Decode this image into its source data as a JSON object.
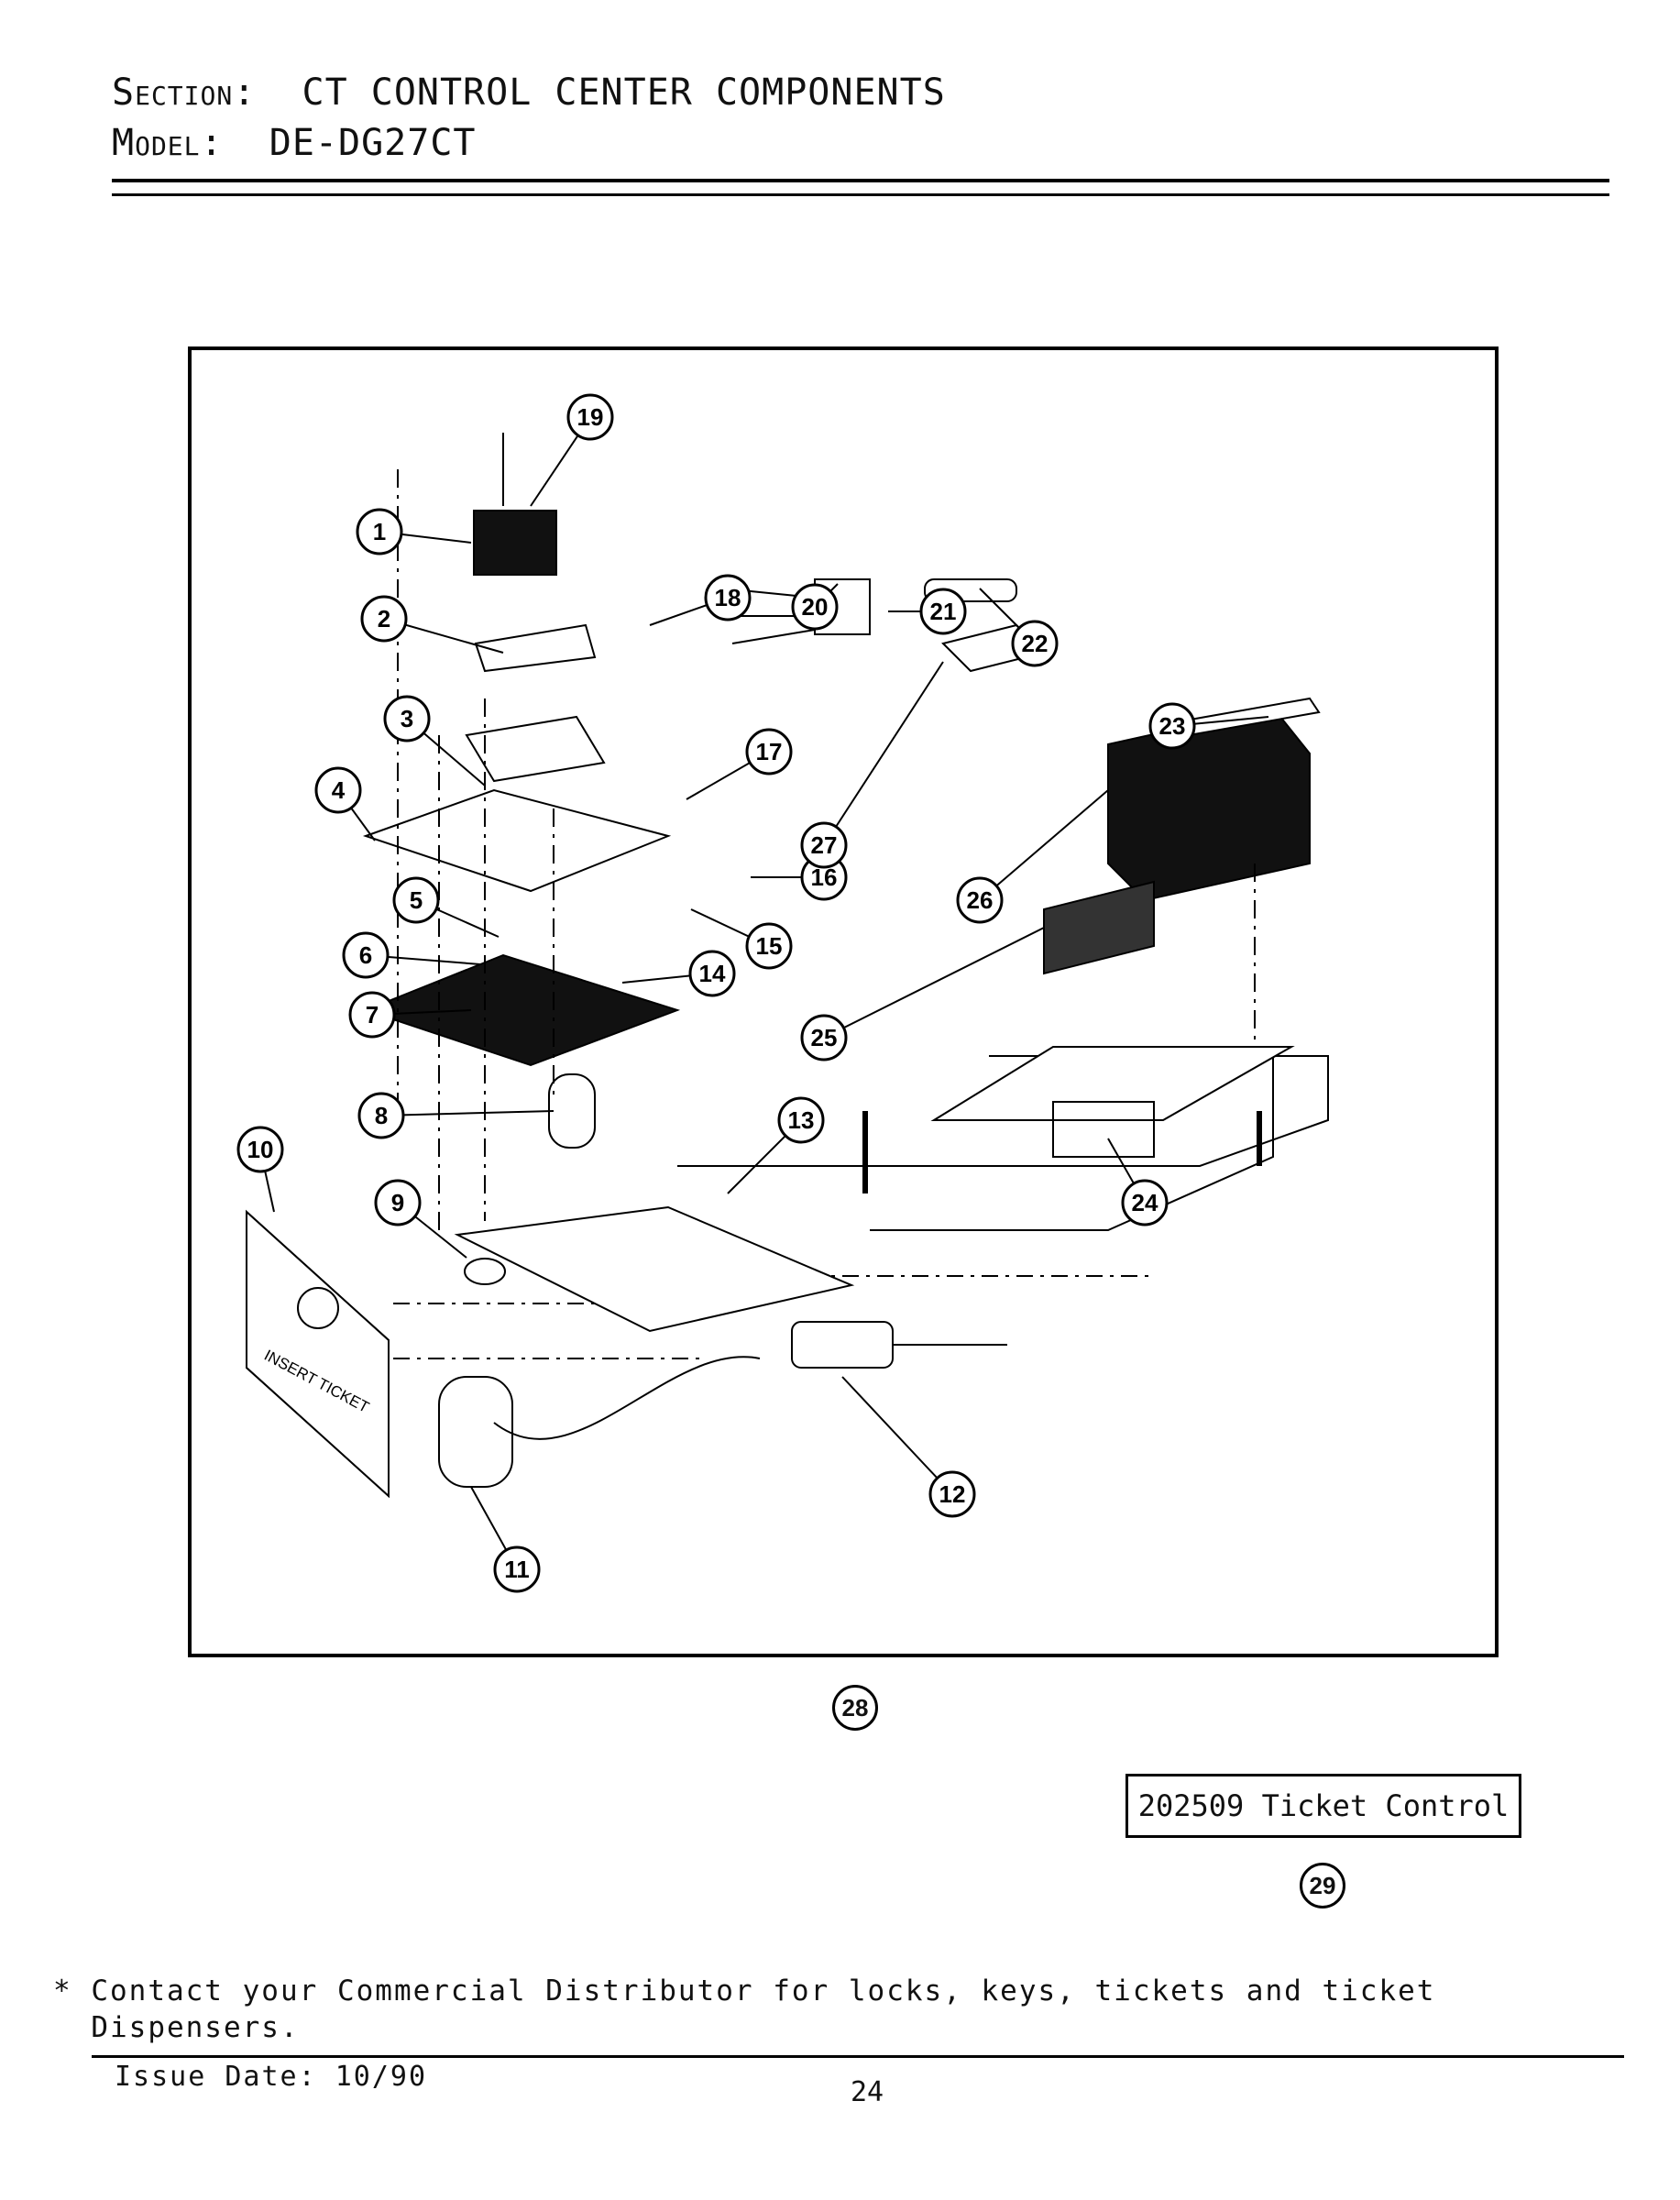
{
  "header": {
    "section_label": "Section:",
    "section_value": "CT CONTROL CENTER COMPONENTS",
    "model_label": "Model:",
    "model_value": "DE-DG27CT"
  },
  "diagram": {
    "callouts": [
      "1",
      "2",
      "3",
      "4",
      "5",
      "6",
      "7",
      "8",
      "9",
      "10",
      "11",
      "12",
      "13",
      "14",
      "15",
      "16",
      "17",
      "18",
      "19",
      "20",
      "21",
      "22",
      "23",
      "24",
      "25",
      "26",
      "27"
    ],
    "panel_text": "INSERT TICKET"
  },
  "below_diagram_callout": "28",
  "part_box": {
    "label": "202509 Ticket Control",
    "callout": "29"
  },
  "footnote": "* Contact your Commercial Distributor for locks, keys, tickets and ticket\n  Dispensers.",
  "footer": {
    "issue_date": "Issue Date: 10/90",
    "page_number": "24"
  }
}
